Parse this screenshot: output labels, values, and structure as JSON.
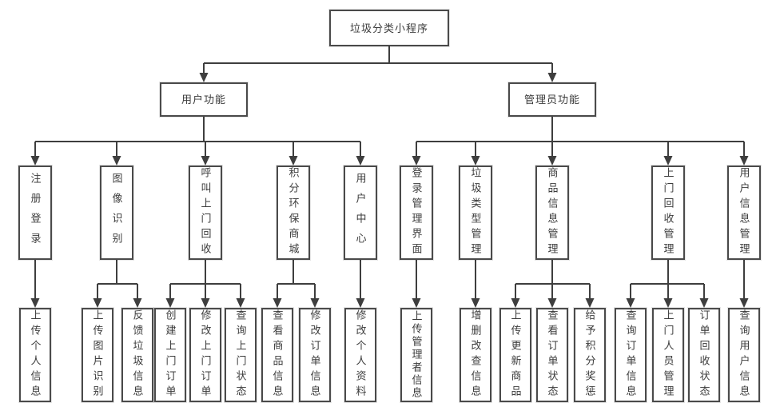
{
  "tree": {
    "root": {
      "label": "垃圾分类小程序"
    },
    "branches": [
      {
        "label": "用户功能",
        "children": [
          {
            "label": "注册登录",
            "children": [
              {
                "label": "上传个人信息"
              }
            ]
          },
          {
            "label": "图像识别",
            "children": [
              {
                "label": "上传图片识别"
              },
              {
                "label": "反馈垃圾信息"
              }
            ]
          },
          {
            "label": "呼叫上门回收",
            "children": [
              {
                "label": "创建上门订单"
              },
              {
                "label": "修改上门订单"
              },
              {
                "label": "查询上门状态"
              }
            ]
          },
          {
            "label": "积分环保商城",
            "children": [
              {
                "label": "查看商品信息"
              },
              {
                "label": "修改订单信息"
              }
            ]
          },
          {
            "label": "用户中心",
            "children": [
              {
                "label": "修改个人资料"
              }
            ]
          }
        ]
      },
      {
        "label": "管理员功能",
        "children": [
          {
            "label": "登录管理界面",
            "children": [
              {
                "label": "上传管理者信息"
              }
            ]
          },
          {
            "label": "垃圾类型管理",
            "children": [
              {
                "label": "增删改查信息"
              }
            ]
          },
          {
            "label": "商品信息管理",
            "children": [
              {
                "label": "上传更新商品"
              },
              {
                "label": "查看订单状态"
              },
              {
                "label": "给予积分奖惩"
              }
            ]
          },
          {
            "label": "上门回收管理",
            "children": [
              {
                "label": "查询订单信息"
              },
              {
                "label": "上门人员管理"
              },
              {
                "label": "订单回收状态"
              }
            ]
          },
          {
            "label": "用户信息管理",
            "children": [
              {
                "label": "查询用户信息"
              }
            ]
          }
        ]
      }
    ]
  },
  "colors": {
    "line": "#3e3e3e",
    "box_border": "#4a4a4a",
    "box_fill": "#ffffff",
    "text": "#3c3c3c",
    "background": "#ffffff"
  }
}
